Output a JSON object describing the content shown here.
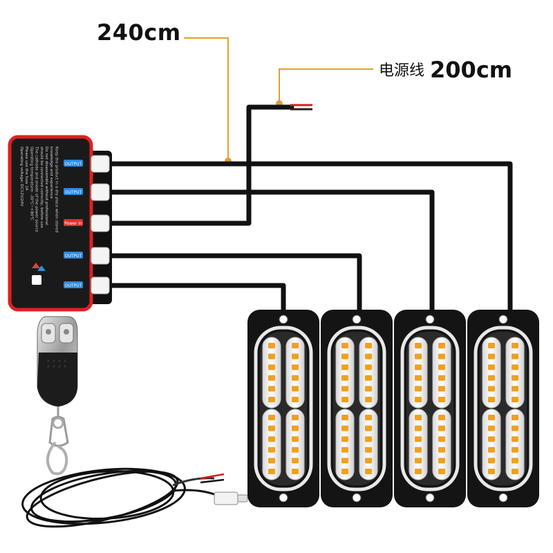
{
  "callouts": {
    "main_cable_length": "240cm",
    "power_cable_label": "电源线",
    "power_cable_length": "200cm"
  },
  "controller": {
    "port_labels": [
      "OUTPUT",
      "OUTPUT",
      "Power in",
      "OUTPUT",
      "OUTPUT"
    ],
    "text_lines": [
      "Operating voltage: DC12V/24V",
      "Please use the fuse 1A",
      "Operating temperature: -30℃~+80℃",
      "The cathode and anode of the power source",
      "should be connected correctly, before use",
      "Do not disassemble without professional",
      "knowledge and experience",
      "Keep the product in a dry place when stored"
    ]
  },
  "colors": {
    "callout_line": "#e0a030",
    "cable": "#111111",
    "controller_border": "#e02020",
    "controller_body": "#1a1a1a",
    "port_label_bg": "#2a8ae0",
    "power_label_bg": "#e03030",
    "led_amber": "#f0a020",
    "wire_red": "#d02020"
  },
  "product": {
    "light_heads": 4,
    "leds_per_column": 6,
    "accessories": [
      "remote-control",
      "power-cable"
    ]
  }
}
